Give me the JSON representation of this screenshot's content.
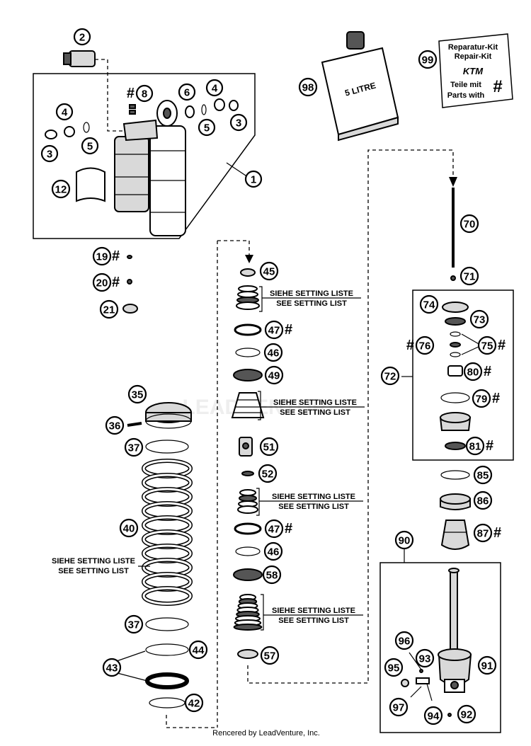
{
  "diagram": {
    "labels": [
      {
        "id": "1",
        "num": "1",
        "hash": false
      },
      {
        "id": "2",
        "num": "2",
        "hash": false
      },
      {
        "id": "3a",
        "num": "3",
        "hash": false
      },
      {
        "id": "3b",
        "num": "3",
        "hash": false
      },
      {
        "id": "4a",
        "num": "4",
        "hash": false
      },
      {
        "id": "4b",
        "num": "4",
        "hash": false
      },
      {
        "id": "5a",
        "num": "5",
        "hash": false
      },
      {
        "id": "5b",
        "num": "5",
        "hash": false
      },
      {
        "id": "6",
        "num": "6",
        "hash": false
      },
      {
        "id": "8",
        "num": "8",
        "hash": true
      },
      {
        "id": "12",
        "num": "12",
        "hash": false
      },
      {
        "id": "19",
        "num": "19",
        "hash": true
      },
      {
        "id": "20",
        "num": "20",
        "hash": true
      },
      {
        "id": "21",
        "num": "21",
        "hash": false
      },
      {
        "id": "35",
        "num": "35",
        "hash": false
      },
      {
        "id": "36",
        "num": "36",
        "hash": false
      },
      {
        "id": "37a",
        "num": "37",
        "hash": false
      },
      {
        "id": "37b",
        "num": "37",
        "hash": false
      },
      {
        "id": "40",
        "num": "40",
        "hash": false
      },
      {
        "id": "42",
        "num": "42",
        "hash": false
      },
      {
        "id": "43",
        "num": "43",
        "hash": false
      },
      {
        "id": "44",
        "num": "44",
        "hash": false
      },
      {
        "id": "45",
        "num": "45",
        "hash": false
      },
      {
        "id": "46a",
        "num": "46",
        "hash": false
      },
      {
        "id": "46b",
        "num": "46",
        "hash": false
      },
      {
        "id": "47a",
        "num": "47",
        "hash": true
      },
      {
        "id": "47b",
        "num": "47",
        "hash": true
      },
      {
        "id": "49",
        "num": "49",
        "hash": false
      },
      {
        "id": "51",
        "num": "51",
        "hash": false
      },
      {
        "id": "52",
        "num": "52",
        "hash": false
      },
      {
        "id": "57",
        "num": "57",
        "hash": false
      },
      {
        "id": "58",
        "num": "58",
        "hash": false
      },
      {
        "id": "70",
        "num": "70",
        "hash": false
      },
      {
        "id": "71",
        "num": "71",
        "hash": false
      },
      {
        "id": "72",
        "num": "72",
        "hash": false
      },
      {
        "id": "73",
        "num": "73",
        "hash": false
      },
      {
        "id": "74",
        "num": "74",
        "hash": false
      },
      {
        "id": "75",
        "num": "75",
        "hash": true
      },
      {
        "id": "76",
        "num": "76",
        "hash": true
      },
      {
        "id": "79",
        "num": "79",
        "hash": true
      },
      {
        "id": "80",
        "num": "80",
        "hash": true
      },
      {
        "id": "81",
        "num": "81",
        "hash": true
      },
      {
        "id": "85",
        "num": "85",
        "hash": false
      },
      {
        "id": "86",
        "num": "86",
        "hash": false
      },
      {
        "id": "87",
        "num": "87",
        "hash": true
      },
      {
        "id": "90",
        "num": "90",
        "hash": false
      },
      {
        "id": "91",
        "num": "91",
        "hash": false
      },
      {
        "id": "92",
        "num": "92",
        "hash": false
      },
      {
        "id": "93",
        "num": "93",
        "hash": false
      },
      {
        "id": "94",
        "num": "94",
        "hash": false
      },
      {
        "id": "95",
        "num": "95",
        "hash": false
      },
      {
        "id": "96",
        "num": "96",
        "hash": false
      },
      {
        "id": "97",
        "num": "97",
        "hash": false
      },
      {
        "id": "98",
        "num": "98",
        "hash": false
      },
      {
        "id": "99",
        "num": "99",
        "hash": false
      }
    ],
    "hash_symbol": "#",
    "setting_note": {
      "line1": "SIEHE SETTING LISTE",
      "line2": "SEE SETTING LIST"
    },
    "oil_can_text": "5 LITRE",
    "kit_card": {
      "line1": "Reparatur-Kit",
      "line2": "Repair-Kit",
      "brand": "KTM",
      "line3": "Teile mit",
      "line4": "Parts with",
      "symbol": "#"
    },
    "watermark": "LEADVENTURE",
    "credit": "Rencered by LeadVenture, Inc."
  }
}
